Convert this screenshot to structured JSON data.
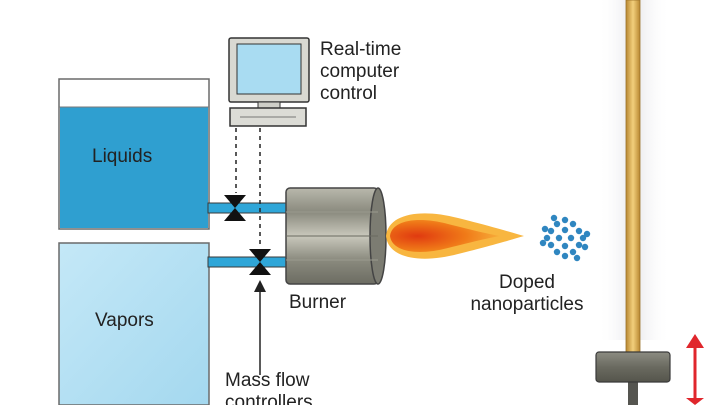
{
  "labels": {
    "computer_control": [
      "Real-time",
      "computer",
      "control"
    ],
    "liquids": "Liquids",
    "vapors": "Vapors",
    "burner": "Burner",
    "doped_nanoparticles": [
      "Doped",
      "nanoparticles"
    ],
    "mass_flow_controllers": [
      "Mass flow",
      "controllers"
    ]
  },
  "colors": {
    "liquid": "#2f9fd0",
    "vapor": "#b5e1f4",
    "pipe": "#2fa6d8",
    "burner": "#8a8a7e",
    "flame_outer": "#f39a1c",
    "flame_inner": "#e24a14",
    "nanoparticle": "#2f86c0",
    "fiber_rod": "#d3a24a",
    "arrow": "#e0262c"
  },
  "icons": [
    "computer-monitor-icon",
    "valve-icon",
    "up-down-arrow-icon"
  ]
}
